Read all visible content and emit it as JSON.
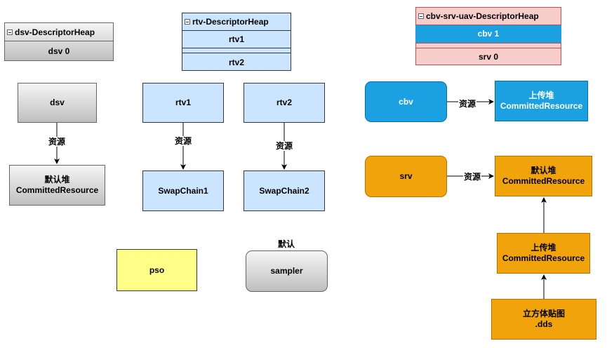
{
  "dsv_heap": {
    "title": "dsv-DescriptorHeap",
    "row": "dsv 0"
  },
  "rtv_heap": {
    "title": "rtv-DescriptorHeap",
    "row1": "rtv1",
    "row2": "rtv2"
  },
  "cbv_heap": {
    "title": "cbv-srv-uav-DescriptorHeap",
    "row1": "cbv 1",
    "row2": "srv 0"
  },
  "nodes": {
    "dsv": "dsv",
    "default_heap_dsv": "默认堆\nCommittedResource",
    "rtv1": "rtv1",
    "rtv2": "rtv2",
    "swapchain1": "SwapChain1",
    "swapchain2": "SwapChain2",
    "pso": "pso",
    "sampler_label": "默认",
    "sampler": "sampler",
    "cbv": "cbv",
    "upload_heap_cbv": "上传堆\nCommittedResource",
    "srv": "srv",
    "default_heap_srv": "默认堆\nCommittedResource",
    "upload_heap_srv": "上传堆\nCommittedResource",
    "cubemap": "立方体贴图\n.dds"
  },
  "edge_labels": {
    "dsv_res": "资源",
    "rtv1_res": "资源",
    "rtv2_res": "资源",
    "cbv_res": "资源",
    "srv_res": "资源"
  }
}
